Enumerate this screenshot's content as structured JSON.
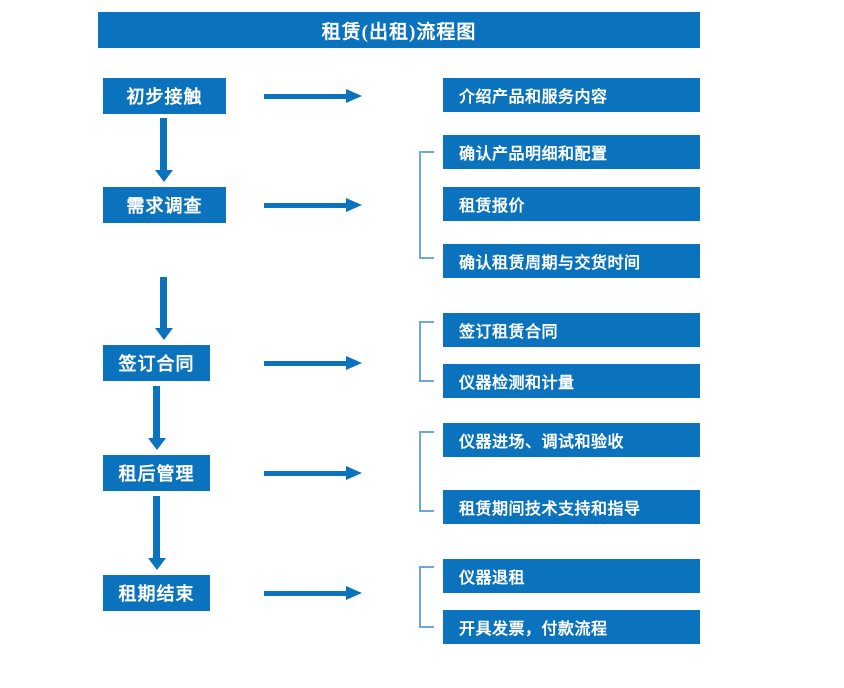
{
  "diagram": {
    "title": "租赁(出租)流程图",
    "accent_color": "#0b72bd",
    "bracket_color": "#6fa8d4",
    "text_color": "#ffffff",
    "background_color": "#ffffff"
  },
  "stages": [
    {
      "label": "初步接触"
    },
    {
      "label": "需求调查"
    },
    {
      "label": "签订合同"
    },
    {
      "label": "租后管理"
    },
    {
      "label": "租期结束"
    }
  ],
  "details": [
    {
      "label": "介绍产品和服务内容"
    },
    {
      "label": "确认产品明细和配置"
    },
    {
      "label": "租赁报价"
    },
    {
      "label": "确认租赁周期与交货时间"
    },
    {
      "label": "签订租赁合同"
    },
    {
      "label": "仪器检测和计量"
    },
    {
      "label": "仪器进场、调试和验收"
    },
    {
      "label": "租赁期间技术支持和指导"
    },
    {
      "label": "仪器退租"
    },
    {
      "label": "开具发票，付款流程"
    }
  ],
  "groups": [
    {
      "stage": "需求调查",
      "detail_indices": [
        1,
        2,
        3
      ]
    },
    {
      "stage": "签订合同",
      "detail_indices": [
        4,
        5
      ]
    },
    {
      "stage": "租后管理",
      "detail_indices": [
        6,
        7
      ]
    },
    {
      "stage": "租期结束",
      "detail_indices": [
        8,
        9
      ]
    }
  ],
  "connectors": {
    "horizontal_count": 5,
    "vertical_count": 4
  }
}
